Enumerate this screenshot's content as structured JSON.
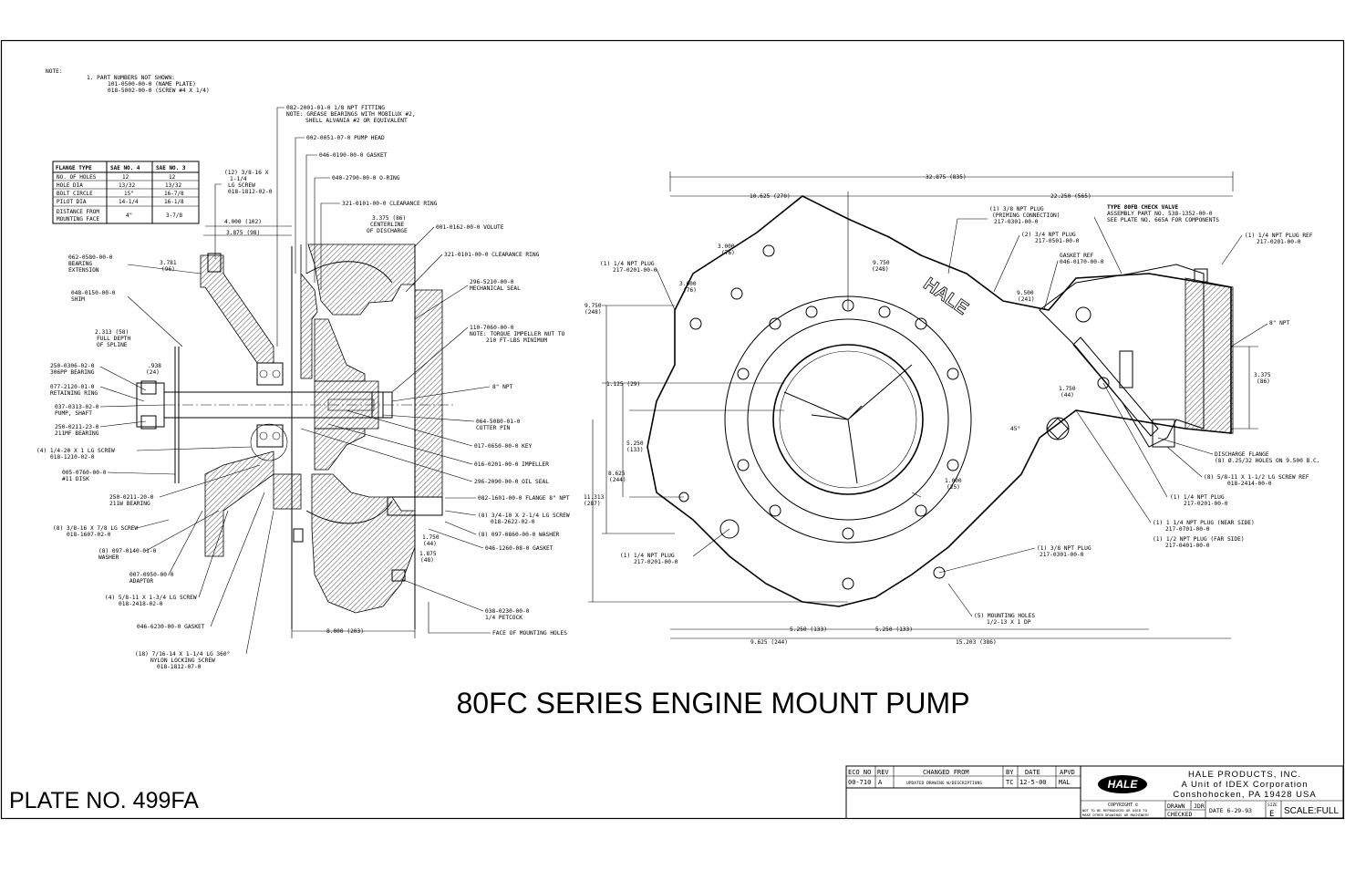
{
  "plate_no": "PLATE NO. 499FA",
  "title": "80FC SERIES ENGINE MOUNT PUMP",
  "notes": {
    "heading": "NOTE:",
    "lines": [
      "1.  PART NUMBERS NOT SHOWN:",
      "101-0500-00-0 (NAME PLATE)",
      "018-5002-00-0 (SCREW #4 X 1/4)"
    ]
  },
  "flange_table": {
    "headers": [
      "FLANGE TYPE",
      "SAE NO. 4",
      "SAE NO. 3"
    ],
    "rows": [
      [
        "NO. OF HOLES",
        "12",
        "12"
      ],
      [
        "HOLE DIA",
        "13/32",
        "13/32"
      ],
      [
        "BOLT CIRCLE",
        "15\"",
        "16-7/8"
      ],
      [
        "PILOT DIA",
        "14-1/4",
        "16-1/8"
      ],
      [
        "DISTANCE FROM",
        "4\"",
        "3-7/8"
      ],
      [
        "MOUNTING FACE",
        "",
        ""
      ]
    ]
  },
  "left_callouts": [
    "082-2001-01-0 1/8 NPT FITTING",
    "NOTE: GREASE BEARINGS WITH MOBILUX #2,",
    "SHELL ALVANIA #2 OR EQUIVALENT",
    "002-0051-07-0 PUMP HEAD",
    "046-0190-00-0 GASKET",
    "040-2790-00-0 O-RING",
    "321-0101-00-0 CLEARANCE RING",
    "3.375 (86)",
    "CENTERLINE",
    "OF DISCHARGE",
    "001-0162-00-0 VOLUTE",
    "321-0101-00-0 CLEARANCE RING",
    "296-5210-00-0",
    "MECHANICAL SEAL",
    "110-7060-00-0",
    "NOTE: TORQUE IMPELLER NUT TO",
    "210 FT-LBS MINIMUM",
    "8\" NPT",
    "064-5080-01-0",
    "COTTER PIN",
    "017-0650-00-0 KEY",
    "016-0201-00-0 IMPELLER",
    "296-2090-00-0 OIL SEAL",
    "082-1601-00-0 FLANGE 8\" NPT",
    "(8) 3/4-10 X 2-1/4 LG SCREW",
    "018-2622-02-0",
    "(8) 097-0860-00-0 WASHER",
    "046-1260-08-0 GASKET",
    "038-0230-00-0",
    "1/4 PETCOCK",
    "FACE OF MOUNTING HOLES"
  ],
  "left_side_labels": [
    "(12) 3/8-16 X",
    "1-1/4",
    "LG SCREW",
    "018-1812-02-0",
    "4.000 (102)",
    "3.875 (98)",
    "062-0580-00-0",
    "BEARING",
    "EXTENSION",
    "3.781",
    "(96)",
    "048-0150-00-0",
    "SHIM",
    "2.313 (58)",
    "FULL DEPTH",
    "OF SPLINE",
    ".938",
    "(24)",
    "250-0306-02-0",
    "306PP BEARING",
    "077-2120-01-0",
    "RETAINING RING",
    "037-0313-02-0",
    "PUMP, SHAFT",
    "250-0211-23-0",
    "211MF BEARING",
    "(4) 1/4-20 X 1 LG SCREW",
    "018-1210-02-0",
    "005-0760-00-0",
    "#11 DISK",
    "250-0211-20-0",
    "211W BEARING",
    "(8) 3/8-16 X 7/8 LG SCREW",
    "018-1607-02-0",
    "(8) 097-0140-01-0",
    "WASHER",
    "007-0950-00-0",
    "ADAPTOR",
    "(4) 5/8-11 X 1-3/4 LG SCREW",
    "018-2418-02-0",
    "046-6230-00-0 GASKET",
    "(18) 7/16-14 X 1-1/4 LG 360°",
    "NYLON LOCKING SCREW",
    "018-1812-07-0",
    "1.750",
    "(44)",
    "1.875",
    "(48)",
    "8.000 (203)"
  ],
  "right_labels": [
    "32.875 (835)",
    "10.625 (270)",
    "22.250 (565)",
    "(1) 3/8 NPT PLUG",
    "(PRIMING CONNECTION)",
    "217-0301-00-0",
    "TYPE 80FB CHECK VALVE",
    "ASSEMBLY PART NO. 538-1352-00-0",
    "SEE PLATE NO. 665A FOR COMPONENTS",
    "(1) 1/4 NPT PLUG REF",
    "217-0201-00-0",
    "(2) 3/4 NPT PLUG",
    "217-0501-00-0",
    "GASKET REF",
    "046-0170-00-0",
    "3.000",
    "(76)",
    "9.750",
    "(248)",
    "(1) 1/4 NPT PLUG",
    "217-0201-00-0",
    "9.500",
    "(241)",
    "8\" NPT",
    "1.125 (29)",
    "1.750",
    "(44)",
    "3.375",
    "(86)",
    "45°",
    "5.250",
    "(133)",
    "8.625",
    "(244)",
    "11.313",
    "(287)",
    "1.000",
    "(25)",
    "DISCHARGE FLANGE",
    "(8) Ø.25/32 HOLES ON 9.500 B.C.",
    "(8) 5/8-11 X 1-1/2 LG SCREW REF",
    "018-2414-00-0",
    "(1) 1/4 NPT PLUG",
    "217-0201-00-0",
    "(1) 1 1/4 NPT PLUG (NEAR SIDE)",
    "217-0701-00-0",
    "(1) 1/2 NPT PLUG (FAR SIDE)",
    "217-0401-00-0",
    "(1) 3/8 NPT PLUG",
    "217-0301-00-0",
    "(5) MOUNTING HOLES",
    "1/2-13 X 1 DP",
    "5.250 (133)",
    "9.625 (244)",
    "15.203 (386)",
    "HALE"
  ],
  "revision_table": {
    "headers": [
      "ECO NO",
      "REV",
      "CHANGED FROM",
      "BY",
      "DATE",
      "APVD"
    ],
    "row": [
      "00-710",
      "A",
      "UPDATED DRAWING W/DESCRIPTIONS",
      "TC",
      "12-5-00",
      "MAL"
    ]
  },
  "title_block": {
    "logo": "HALE",
    "company": "HALE PRODUCTS, INC.",
    "unit": "A Unit of IDEX Corporation",
    "address": "Conshohocken, PA 19428 USA",
    "copyright": "COPYRIGHT ©",
    "notice1": "NOT TO BE REPRODUCED OR USED TO",
    "notice2": "MAKE OTHER DRAWINGS OR MACHINERY",
    "drawn": "DRAWN",
    "drawn_by": "JDR",
    "checked": "CHECKED",
    "date": "DATE 6-29-93",
    "size_label": "SIZE",
    "size": "E",
    "scale": "SCALE:FULL"
  },
  "colors": {
    "ink": "#000000",
    "paper": "#ffffff"
  }
}
